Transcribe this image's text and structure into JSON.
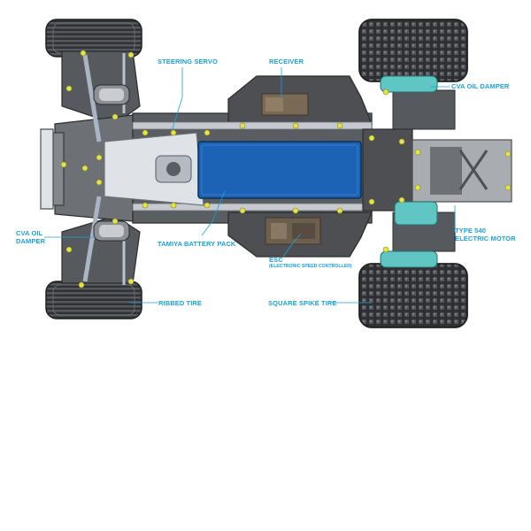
{
  "callouts": {
    "steering_servo": "STEERING SERVO",
    "receiver": "RECEIVER",
    "cva_oil_damper_rear": "CVA OIL DAMPER",
    "cva_oil_damper_front_line1": "CVA OIL",
    "cva_oil_damper_front_line2": "DAMPER",
    "battery_pack": "TAMIYA BATTERY PACK",
    "esc": "ESC",
    "esc_full": "(ELECTRONIC SPEED CONTROLLER)",
    "motor_line1": "TYPE 540",
    "motor_line2": "ELECTRIC MOTOR",
    "ribbed_tire": "RIBBED TIRE",
    "square_spike_tire": "SQUARE SPIKE TIRE"
  },
  "colors": {
    "callout": "#1aa3d9",
    "chassis_dark": "#4d4f52",
    "chassis_mid": "#6d7074",
    "chassis_light": "#a9adb2",
    "battery": "#1d63b5",
    "screw": "#e6e24a",
    "damper_teal": "#5fc6c4",
    "tire": "#3a3c3f",
    "servo_plate": "#dfe3e7"
  }
}
